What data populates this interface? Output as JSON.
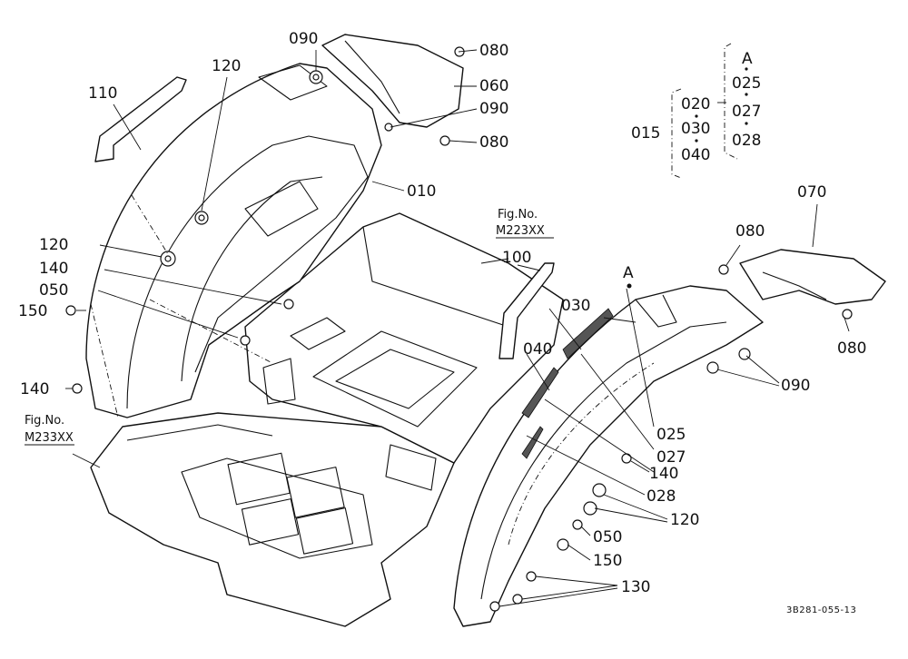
{
  "callouts": {
    "c010": "010",
    "c015": "015",
    "c020": "020",
    "c025a": "025",
    "c025b": "025",
    "c027a": "027",
    "c027b": "027",
    "c028a": "028",
    "c028b": "028",
    "c030a": "030",
    "c030b": "030",
    "c040a": "040",
    "c040b": "040",
    "c050a": "050",
    "c050b": "050",
    "c060": "060",
    "c070": "070",
    "c080a": "080",
    "c080b": "080",
    "c080c": "080",
    "c080d": "080",
    "c090a": "090",
    "c090b": "090",
    "c090c": "090",
    "c100": "100",
    "c110": "110",
    "c120a": "120",
    "c120b": "120",
    "c120c": "120",
    "c130": "130",
    "c140a": "140",
    "c140b": "140",
    "c140c": "140",
    "c150a": "150",
    "c150b": "150",
    "markA1": "A",
    "markA2": "A"
  },
  "fig_refs": {
    "ref1_title": "Fig.No.",
    "ref1_code": "M223XX",
    "ref2_title": "Fig.No.",
    "ref2_code": "M233XX"
  },
  "drawing_number": "3B281-055-13"
}
